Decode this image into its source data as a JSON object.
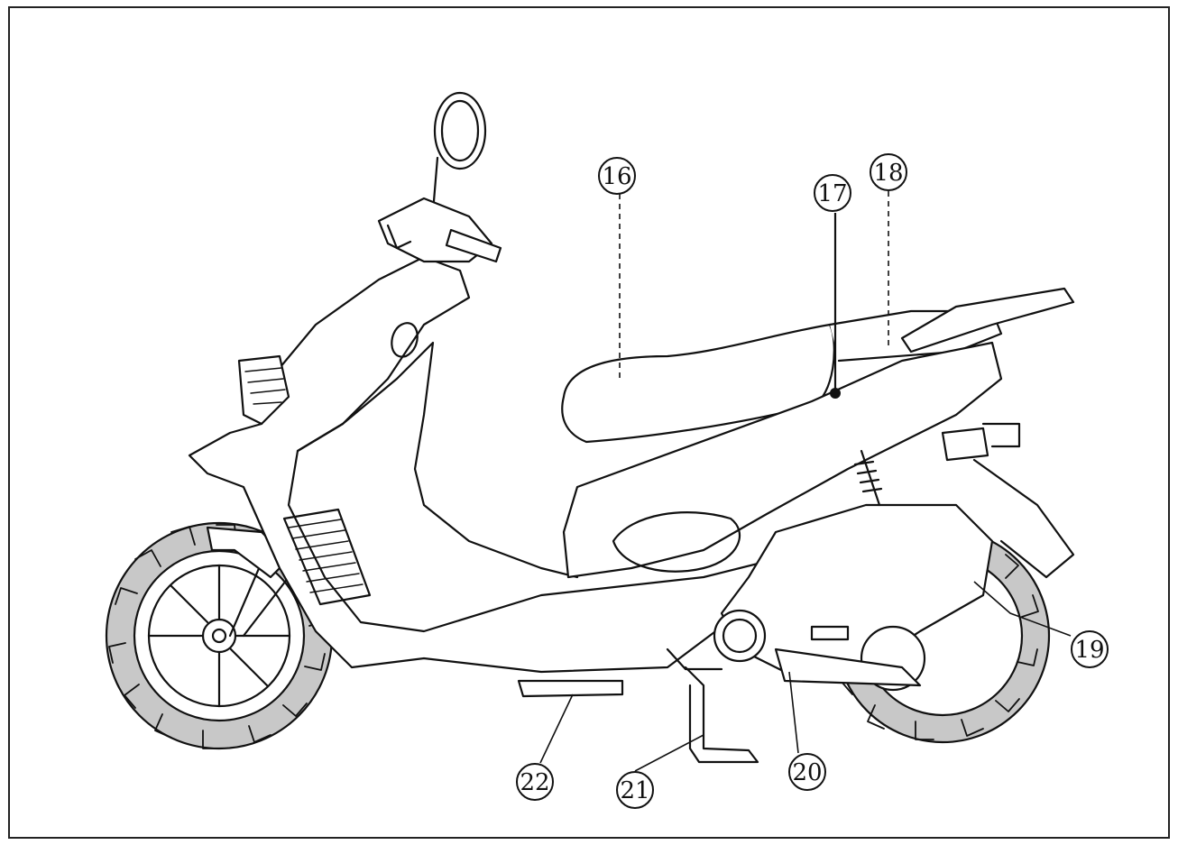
{
  "diagram": {
    "subject": "scooter-left-side-view",
    "callouts": [
      {
        "id": "c16",
        "label": "16"
      },
      {
        "id": "c17",
        "label": "17"
      },
      {
        "id": "c18",
        "label": "18"
      },
      {
        "id": "c19",
        "label": "19"
      },
      {
        "id": "c20",
        "label": "20"
      },
      {
        "id": "c21",
        "label": "21"
      },
      {
        "id": "c22",
        "label": "22"
      }
    ]
  },
  "colors": {
    "ink": "#111111",
    "paper": "#ffffff",
    "tire": "#c8c8c8"
  }
}
